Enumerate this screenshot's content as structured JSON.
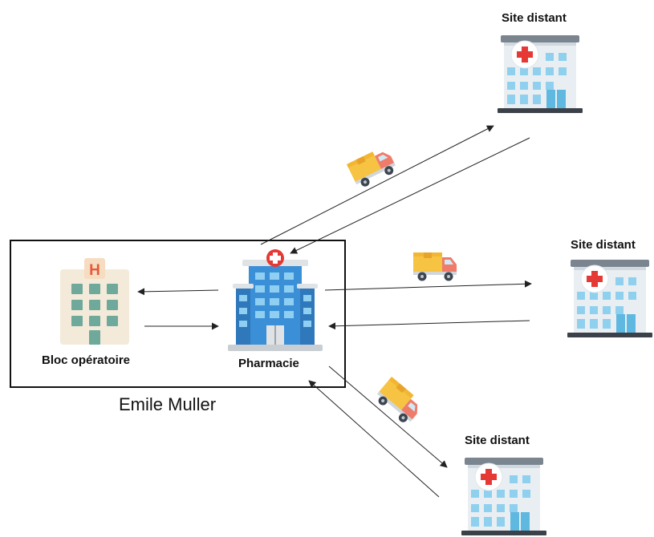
{
  "group": {
    "label": "Emile Muller"
  },
  "nodes": {
    "bloc": {
      "label": "Bloc opératoire",
      "icon": "hospital-building-icon"
    },
    "pharmacie": {
      "label": "Pharmacie",
      "icon": "pharmacy-building-icon"
    },
    "site_top": {
      "label": "Site distant",
      "icon": "hospital-icon"
    },
    "site_right": {
      "label": "Site distant",
      "icon": "hospital-icon"
    },
    "site_bottom": {
      "label": "Site distant",
      "icon": "hospital-icon"
    }
  },
  "vehicles": [
    "delivery-truck-icon",
    "delivery-truck-icon",
    "delivery-truck-icon"
  ],
  "colors": {
    "frame": "#111111",
    "arrow": "#222222",
    "hospital_red": "#e53935",
    "truck_yellow": "#f6c343",
    "truck_red": "#ef7b6a",
    "pharmacy_blue": "#3b8fd6"
  }
}
